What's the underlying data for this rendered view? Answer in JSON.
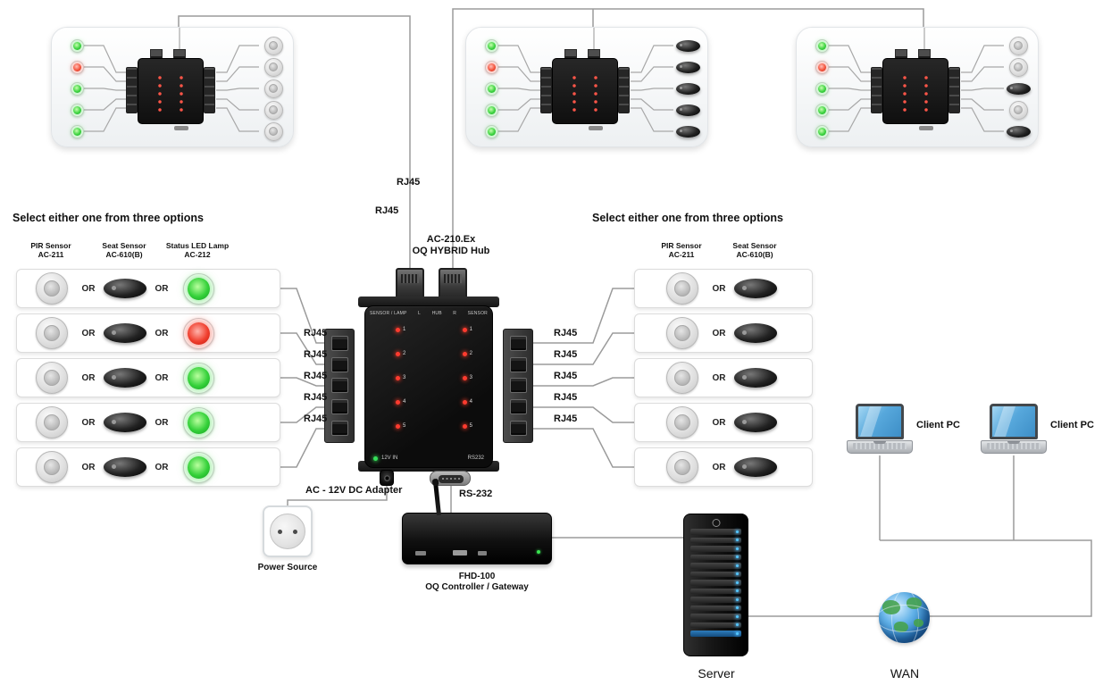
{
  "top_bus": {
    "rj45_labels": [
      "RJ45",
      "RJ45"
    ]
  },
  "top_panels": [
    {
      "leds": [
        "green",
        "red",
        "green",
        "green",
        "green"
      ],
      "sensors": [
        "pir",
        "pir",
        "pir",
        "pir",
        "pir"
      ]
    },
    {
      "leds": [
        "green",
        "red",
        "green",
        "green",
        "green"
      ],
      "sensors": [
        "seat",
        "seat",
        "seat",
        "seat",
        "seat"
      ]
    },
    {
      "leds": [
        "green",
        "red",
        "green",
        "green",
        "green"
      ],
      "sensors": [
        "pir",
        "pir",
        "seat",
        "pir",
        "seat"
      ]
    }
  ],
  "hub": {
    "model": "AC-210.Ex",
    "name": "OQ HYBRID Hub",
    "top_labels": [
      "SENSOR / LAMP",
      "L",
      "HUB",
      "R",
      "SENSOR"
    ],
    "led_numbers": [
      "1",
      "2",
      "3",
      "4",
      "5"
    ],
    "power_label": "12V IN",
    "rs232_label": "RS232"
  },
  "left_options": {
    "title": "Select either one from three options",
    "headers": [
      {
        "line1": "PIR Sensor",
        "line2": "AC-211"
      },
      {
        "line1": "Seat Sensor",
        "line2": "AC-610(B)"
      },
      {
        "line1": "Status LED Lamp",
        "line2": "AC-212"
      }
    ],
    "or_label": "OR",
    "rows": [
      {
        "lamp": "green"
      },
      {
        "lamp": "red"
      },
      {
        "lamp": "green"
      },
      {
        "lamp": "green"
      },
      {
        "lamp": "green"
      }
    ],
    "rj45_labels": [
      "RJ45",
      "RJ45",
      "RJ45",
      "RJ45",
      "RJ45"
    ]
  },
  "right_options": {
    "title": "Select either one from three options",
    "headers": [
      {
        "line1": "PIR Sensor",
        "line2": "AC-211"
      },
      {
        "line1": "Seat Sensor",
        "line2": "AC-610(B)"
      }
    ],
    "or_label": "OR",
    "rj45_labels": [
      "RJ45",
      "RJ45",
      "RJ45",
      "RJ45",
      "RJ45"
    ]
  },
  "power": {
    "wire_label": "AC - 12V DC Adapter",
    "device_label": "Power Source"
  },
  "controller": {
    "wire_label": "RS-232",
    "model": "FHD-100",
    "name": "OQ Controller / Gateway"
  },
  "server": {
    "label": "Server"
  },
  "wan": {
    "label": "WAN"
  },
  "client_pcs": [
    {
      "label": "Client PC"
    },
    {
      "label": "Client PC"
    }
  ]
}
